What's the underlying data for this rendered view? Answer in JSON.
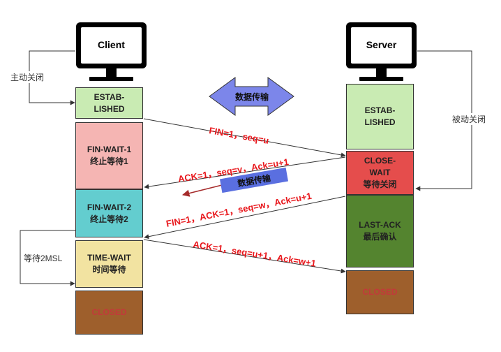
{
  "client": {
    "label": "Client",
    "states": {
      "established": [
        "ESTAB-",
        "LISHED"
      ],
      "fin_wait_1": [
        "FIN-WAIT-1",
        "终止等待1"
      ],
      "fin_wait_2": [
        "FIN-WAIT-2",
        "终止等待2"
      ],
      "time_wait": [
        "TIME-WAIT",
        "时间等待"
      ],
      "closed": "CLOSED"
    },
    "active_close_label": "主动关闭",
    "wait_2msl_label": "等待2MSL"
  },
  "server": {
    "label": "Server",
    "states": {
      "established": [
        "ESTAB-",
        "LISHED"
      ],
      "close_wait": [
        "CLOSE-",
        "WAIT",
        "等待关闭"
      ],
      "last_ack": [
        "LAST-ACK",
        "最后确认"
      ],
      "closed": "CLOSED"
    },
    "passive_close_label": "被动关闭"
  },
  "data_transfer_label": "数据传输",
  "data_transfer_label_2": "数据传输",
  "messages": {
    "fin1": "FIN=1，seq=u",
    "ack1": "ACK=1，seq=v，Ack=u+1",
    "fin2": "FIN=1，ACK=1，seq=w，Ack=u+1",
    "ack2": "ACK=1，seq=u+1，Ack=w+1"
  },
  "colors": {
    "established": "#c9ebb3",
    "fin_wait_1": "#f5b5b3",
    "fin_wait_2": "#63cdcf",
    "time_wait": "#f2e3a1",
    "closed": "#9e5f2c",
    "closed_text": "#c23a3a",
    "close_wait": "#e54d4c",
    "last_ack": "#54842f",
    "message_text": "#e8161b",
    "double_arrow": "#7c86ea",
    "data_box": "#5a6fe0",
    "retrans_arrow": "#a52a2a"
  }
}
